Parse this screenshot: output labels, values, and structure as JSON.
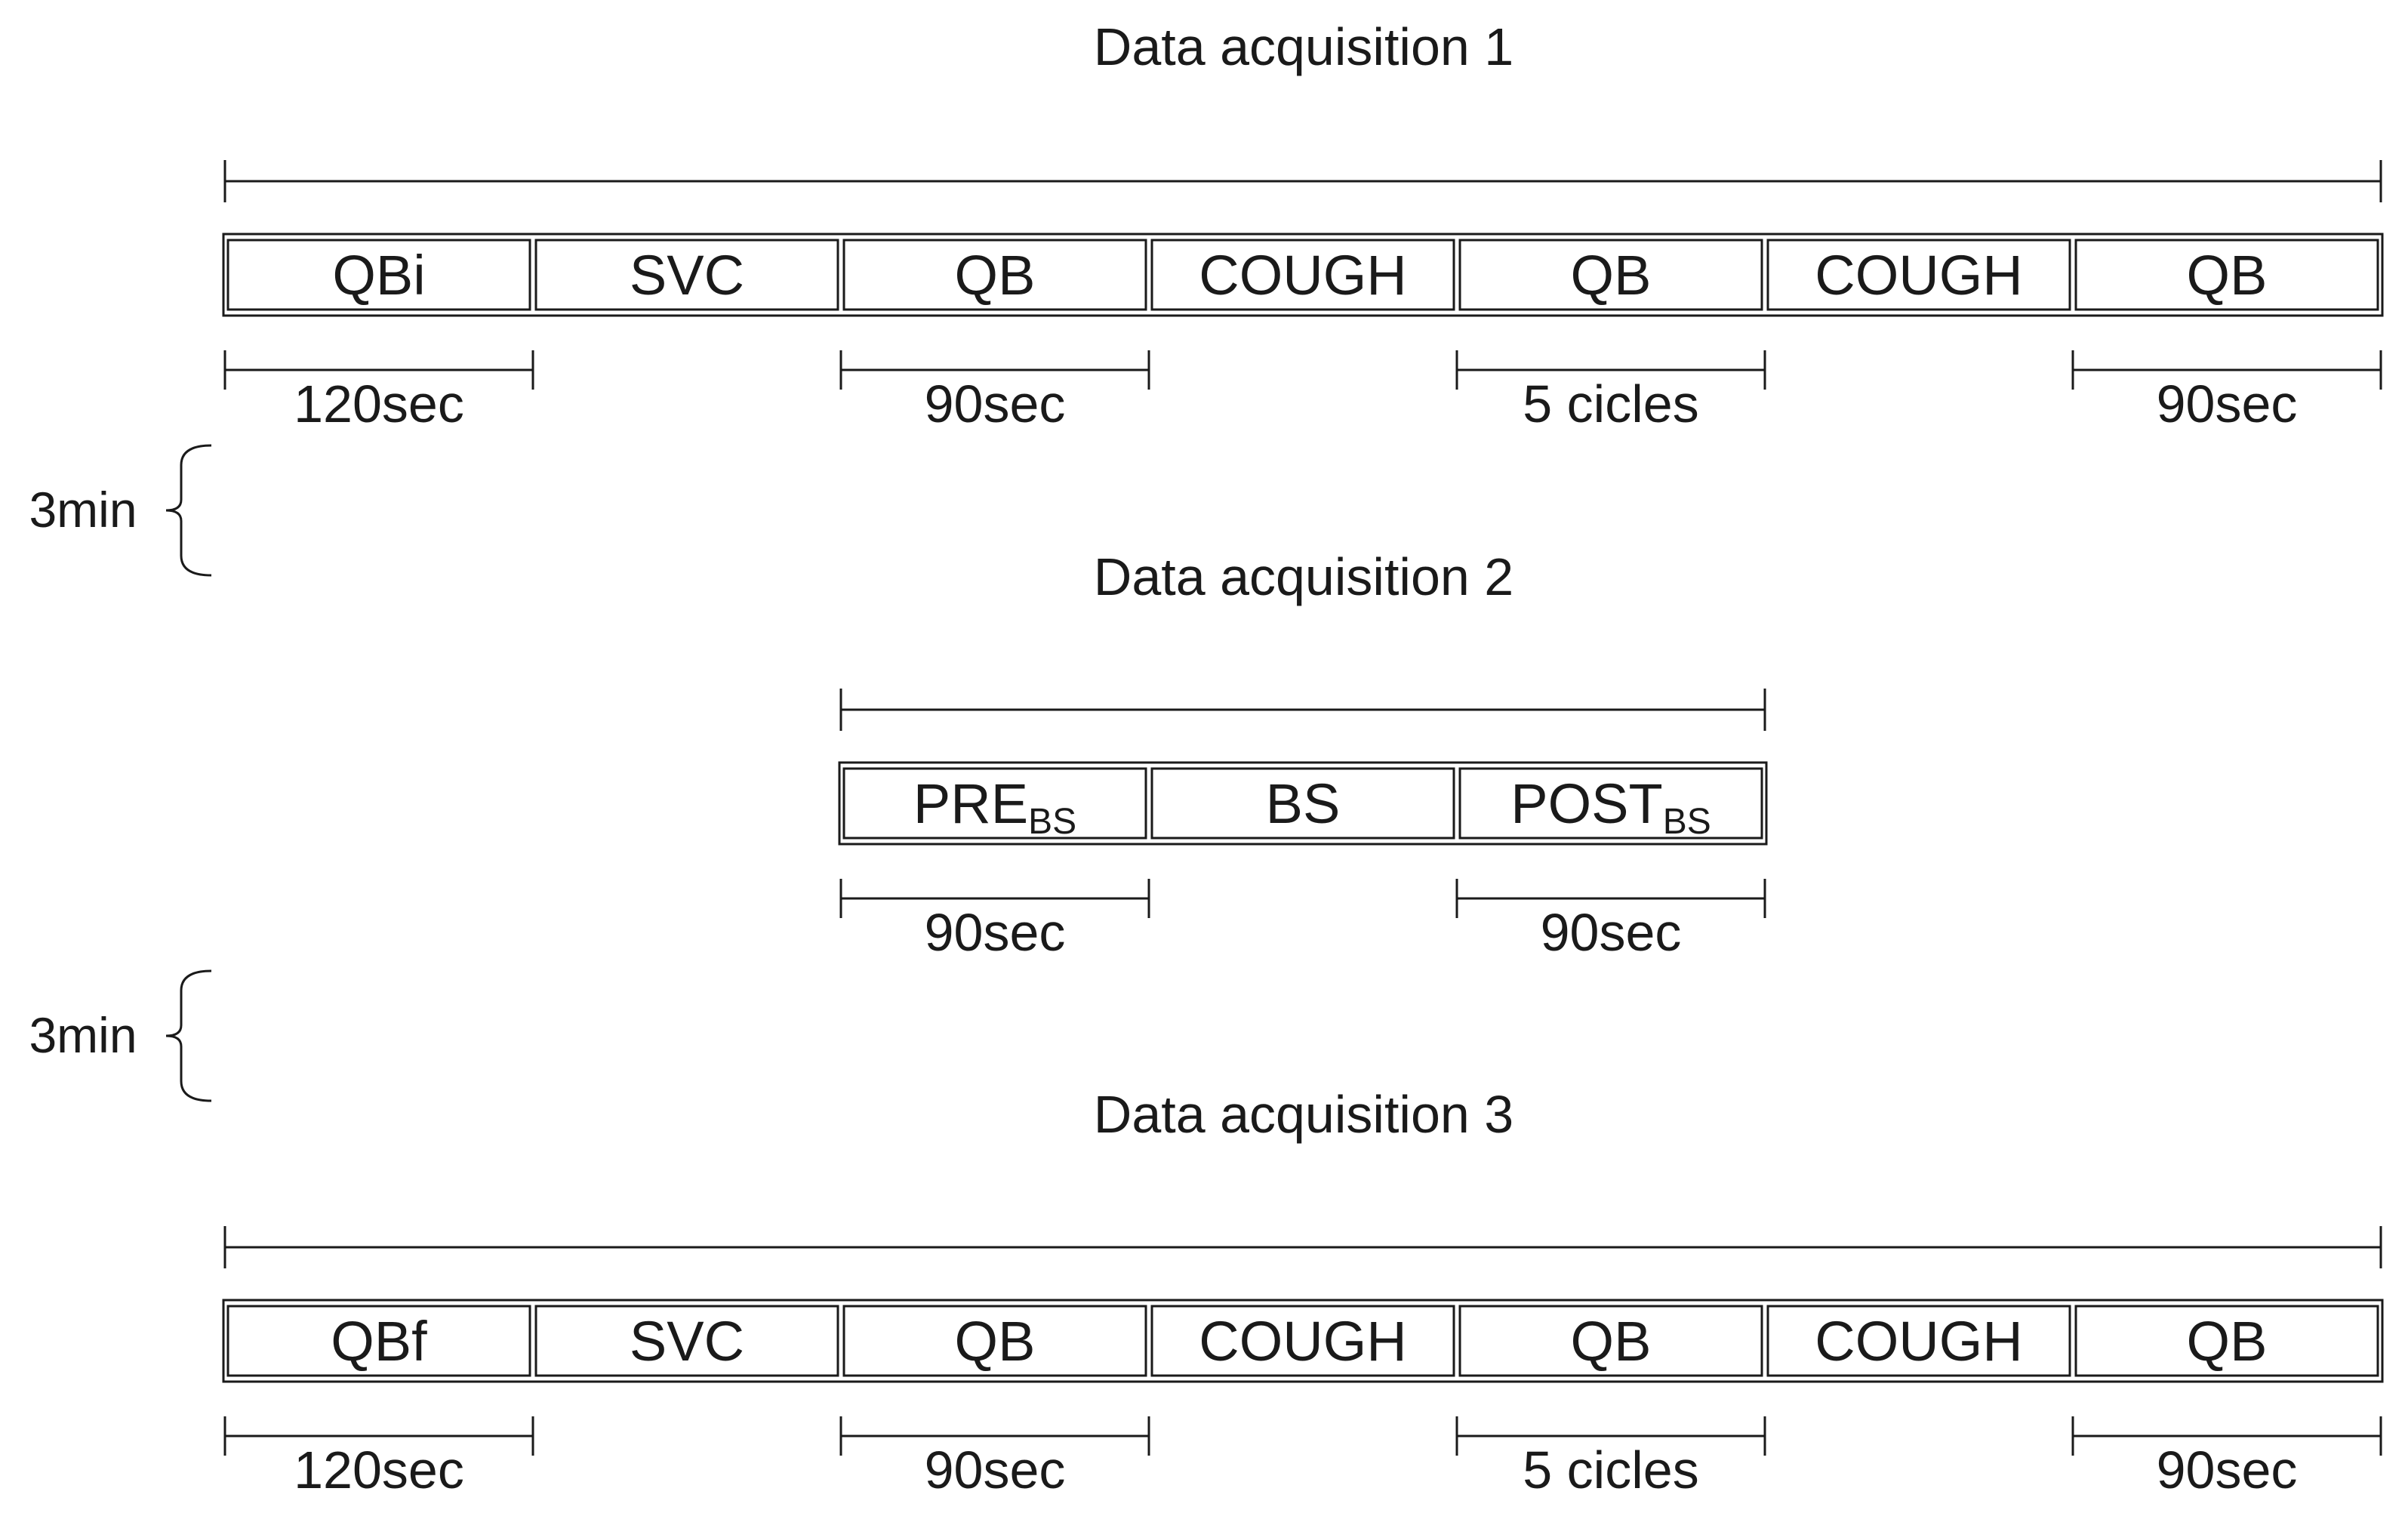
{
  "acquisitions": [
    {
      "title": "Data acquisition 1",
      "segments": [
        {
          "label": "QBi",
          "sub": ""
        },
        {
          "label": "SVC",
          "sub": ""
        },
        {
          "label": "QB",
          "sub": ""
        },
        {
          "label": "COUGH",
          "sub": ""
        },
        {
          "label": "QB",
          "sub": ""
        },
        {
          "label": "COUGH",
          "sub": ""
        },
        {
          "label": "QB",
          "sub": ""
        }
      ],
      "durations": [
        {
          "segment": 0,
          "label": "120sec"
        },
        {
          "segment": 2,
          "label": "90sec"
        },
        {
          "segment": 4,
          "label": "5 cicles"
        },
        {
          "segment": 6,
          "label": "90sec"
        }
      ]
    },
    {
      "title": "Data acquisition 2",
      "segments": [
        {
          "label": "PRE",
          "sub": "BS"
        },
        {
          "label": "BS",
          "sub": ""
        },
        {
          "label": "POST",
          "sub": "BS"
        }
      ],
      "durations": [
        {
          "segment": 0,
          "label": "90sec"
        },
        {
          "segment": 2,
          "label": "90sec"
        }
      ]
    },
    {
      "title": "Data acquisition 3",
      "segments": [
        {
          "label": "QBf",
          "sub": ""
        },
        {
          "label": "SVC",
          "sub": ""
        },
        {
          "label": "QB",
          "sub": ""
        },
        {
          "label": "COUGH",
          "sub": ""
        },
        {
          "label": "QB",
          "sub": ""
        },
        {
          "label": "COUGH",
          "sub": ""
        },
        {
          "label": "QB",
          "sub": ""
        }
      ],
      "durations": [
        {
          "segment": 0,
          "label": "120sec"
        },
        {
          "segment": 2,
          "label": "90sec"
        },
        {
          "segment": 4,
          "label": "5 cicles"
        },
        {
          "segment": 6,
          "label": "90sec"
        }
      ]
    }
  ],
  "gaps": [
    {
      "label": "3min"
    },
    {
      "label": "3min"
    }
  ]
}
